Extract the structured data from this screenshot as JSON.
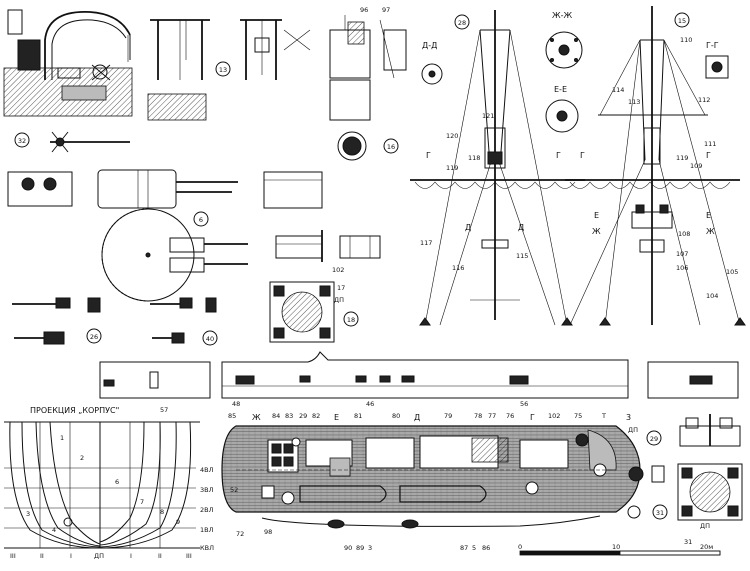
{
  "colors": {
    "ink": "#111111",
    "paper": "#ffffff",
    "shade": "#bbbbbb"
  },
  "circled": {
    "n32": "32",
    "n13": "13",
    "n16": "16",
    "n6": "6",
    "n26": "26",
    "n40": "40",
    "n18": "18",
    "n28": "28",
    "n15": "15",
    "n29": "29",
    "n31": "31"
  },
  "top": {
    "n96": "96",
    "n97": "97"
  },
  "sections": {
    "dd": "Д-Д",
    "zhzh": "Ж-Ж",
    "ee": "Е-Е",
    "gg": "Г-Г"
  },
  "mastA": {
    "n121": "121",
    "n120": "120",
    "n119": "119",
    "n118": "118",
    "n117": "117",
    "n116": "116",
    "n115": "115",
    "g_left": "Г",
    "g_right": "Г",
    "d_left": "Д",
    "d_right": "Д"
  },
  "mastB": {
    "n110": "110",
    "n114": "114",
    "n113": "113",
    "n112": "112",
    "n111": "111",
    "n119": "119",
    "n109": "109",
    "n108": "108",
    "n107": "107",
    "n106": "106",
    "n105": "105",
    "n104": "104",
    "g_left": "Г",
    "g_right": "Г",
    "e_left": "Е",
    "e_right": "Е",
    "zh_left": "Ж",
    "zh_right": "Ж"
  },
  "small": {
    "n102": "102",
    "n17": "17",
    "dp": "ДП"
  },
  "side": {
    "n57": "57",
    "n48": "48",
    "n46": "46",
    "n56": "56"
  },
  "projection": {
    "title": "ПРОЕКЦИЯ „КОРПУС\"",
    "waterlines": [
      "4ВЛ",
      "3ВЛ",
      "2ВЛ",
      "1ВЛ",
      "КВЛ"
    ],
    "bottom": [
      "III",
      "II",
      "I",
      "ДП",
      "I",
      "II",
      "III"
    ],
    "stations": [
      "1",
      "2",
      "3",
      "4",
      "6",
      "7",
      "8",
      "9"
    ]
  },
  "deckplan": {
    "top_labels": [
      "85",
      "84",
      "83",
      "29",
      "82",
      "81",
      "80",
      "79",
      "78",
      "77",
      "76",
      "102",
      "75"
    ],
    "marks": [
      "Ж",
      "Е",
      "Д",
      "Г",
      "Т",
      "3"
    ],
    "bottom_labels": [
      "72",
      "98",
      "90",
      "89",
      "3",
      "87",
      "5",
      "86"
    ],
    "n52": "52",
    "dp": "ДП"
  },
  "scale": {
    "zero": "0",
    "ten": "10",
    "twenty": "20м"
  },
  "detail31": {
    "dp": "ДП",
    "n31": "31"
  }
}
